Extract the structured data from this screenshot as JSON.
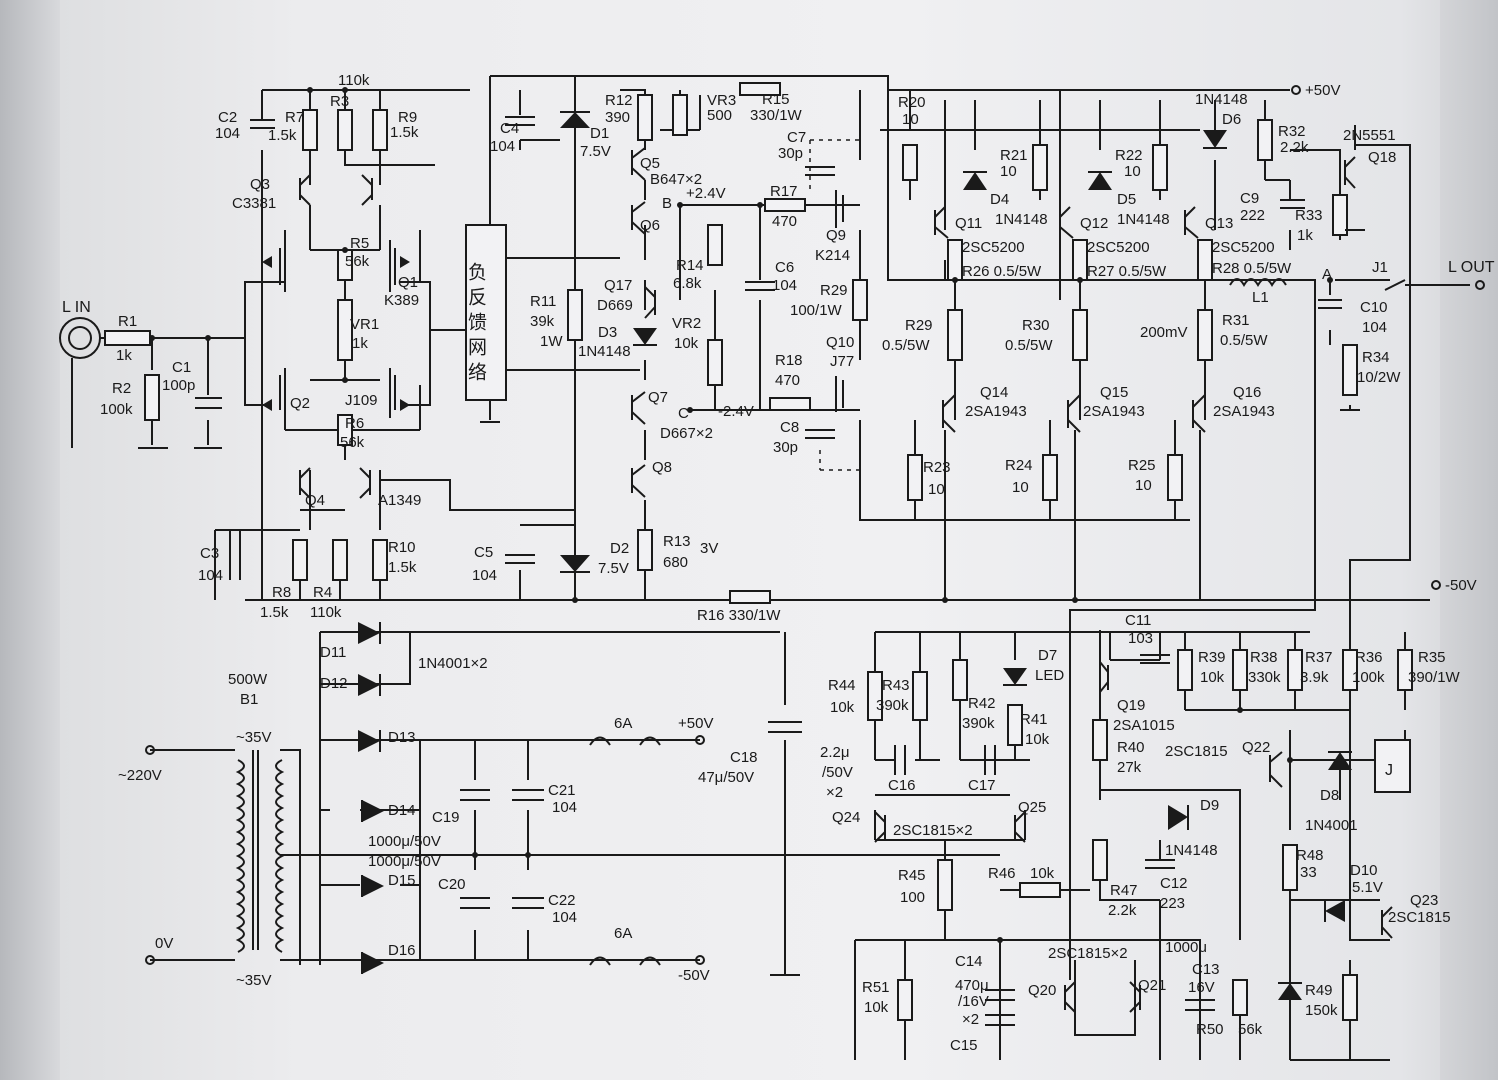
{
  "labels": {
    "r7": "R7",
    "r7v": "1.5k",
    "r3": "R3",
    "r3v": "110k",
    "r9": "R9",
    "r9v": "1.5k",
    "c2": "C2",
    "c2v": "104",
    "q3": "Q3",
    "q3v": "C3381",
    "r5": "R5",
    "r5v": "56k",
    "q1": "Q1",
    "q1v": "K389",
    "vr1": "VR1",
    "vr1v": "1k",
    "q2": "Q2",
    "j109": "J109",
    "r6": "R6",
    "r6v": "56k",
    "q4": "Q4",
    "a1349": "A1349",
    "c3": "C3",
    "c3v": "104",
    "r8": "R8",
    "r8v": "1.5k",
    "r4": "R4",
    "r4v": "110k",
    "r10": "R10",
    "r10v": "1.5k",
    "lin": "L IN",
    "r1": "R1",
    "r1v": "1k",
    "r2": "R2",
    "r2v": "100k",
    "c1": "C1",
    "c1v": "100p",
    "fb": "负反馈网络",
    "c4": "C4",
    "c4v": "104",
    "d1": "D1",
    "d1v": "7.5V",
    "r12": "R12",
    "r12v": "390",
    "vr3": "VR3",
    "vr3v": "500",
    "r15": "R15",
    "r15v": "330/1W",
    "q5": "Q5",
    "b647": "B647×2",
    "q6": "Q6",
    "nodeB": "B",
    "vb": "+2.4V",
    "r17": "R17",
    "r17v": "470",
    "c7": "C7",
    "c7v": "30p",
    "q9": "Q9",
    "k214": "K214",
    "r14": "R14",
    "r14v": "6.8k",
    "q17": "Q17",
    "d669": "D669",
    "c6": "C6",
    "c6v": "104",
    "r11": "R11",
    "r11v": "39k",
    "r11w": "1W",
    "d3": "D3",
    "d3v": "1N4148",
    "vr2": "VR2",
    "vr2v": "10k",
    "r29a": "R29",
    "r29av": "100/1W",
    "q10": "Q10",
    "j77": "J77",
    "r18": "R18",
    "r18v": "470",
    "q7": "Q7",
    "nodeC": "C",
    "vc": "-2.4V",
    "d667": "D667×2",
    "c8": "C8",
    "c8v": "30p",
    "q8": "Q8",
    "c5": "C5",
    "c5v": "104",
    "d2": "D2",
    "d2v": "7.5V",
    "r13": "R13",
    "r13v": "680",
    "v3v": "3V",
    "r16": "R16 330/1W",
    "vplus50": "+50V",
    "vminus50": "-50V",
    "r20": "R20",
    "r20v": "10",
    "r21": "R21",
    "r21v": "10",
    "r22": "R22",
    "r22v": "10",
    "d4": "D4",
    "d4v": "1N4148",
    "d5": "D5",
    "d5v": "1N4148",
    "d6": "D6",
    "d6v": "1N4148",
    "q11": "Q11",
    "q12": "Q12",
    "q13": "Q13",
    "sc5200a": "2SC5200",
    "sc5200b": "2SC5200",
    "sc5200c": "2SC5200",
    "r26": "R26 0.5/5W",
    "r27": "R27 0.5/5W",
    "r28": "R28 0.5/5W",
    "r32": "R32",
    "r32v": "2.2k",
    "n5551": "2N5551",
    "q18": "Q18",
    "c9": "C9",
    "c9v": "222",
    "r33": "R33",
    "r33v": "1k",
    "nodeA": "A",
    "j1": "J1",
    "lout": "L OUT",
    "l1": "L1",
    "c10": "C10",
    "c10v": "104",
    "r34": "R34",
    "r34v": "10/2W",
    "r29": "R29",
    "r29v": "0.5/5W",
    "r30": "R30",
    "r30v": "0.5/5W",
    "r31": "R31",
    "r31v": "0.5/5W",
    "mv200": "200mV",
    "q14": "Q14",
    "q15": "Q15",
    "q16": "Q16",
    "sa1943a": "2SA1943",
    "sa1943b": "2SA1943",
    "sa1943c": "2SA1943",
    "r23": "R23",
    "r23v": "10",
    "r24": "R24",
    "r24v": "10",
    "r25": "R25",
    "r25v": "10",
    "d11": "D11",
    "d12": "D12",
    "n4001x2": "1N4001×2",
    "w500": "500W",
    "b1": "B1",
    "v35a": "~35V",
    "v220": "~220V",
    "v0": "0V",
    "v35b": "~35V",
    "d13": "D13",
    "d14": "D14",
    "d15": "D15",
    "d16": "D16",
    "c19": "C19",
    "c19v": "1000μ/50V",
    "c20": "C20",
    "c20v": "1000μ/50V",
    "c21": "C21",
    "c21v": "104",
    "c22": "C22",
    "c22v": "104",
    "fuse1": "6A",
    "fuse2": "6A",
    "out50p": "+50V",
    "out50m": "-50V",
    "c18": "C18",
    "c18v": "47μ/50V",
    "r44": "R44",
    "r44v": "10k",
    "r43": "R43",
    "r43v": "390k",
    "r42": "R42",
    "r42v": "390k",
    "d7": "D7",
    "d7v": "LED",
    "r41": "R41",
    "r41v": "10k",
    "c16v": "2.2μ",
    "c16v2": "/50V",
    "c16v3": "×2",
    "c16": "C16",
    "c17": "C17",
    "q24": "Q24",
    "q25": "Q25",
    "sc1815x2a": "2SC1815×2",
    "r45": "R45",
    "r45v": "100",
    "r46": "R46",
    "r46v": "10k",
    "c14": "C14",
    "c14v": "470μ",
    "c14v2": "/16V",
    "c14v3": "×2",
    "c15": "C15",
    "r51": "R51",
    "r51v": "10k",
    "sc1815x2b": "2SC1815×2",
    "q20": "Q20",
    "q21": "Q21",
    "c13v0": "1000μ",
    "c13": "C13",
    "c13v": "16V",
    "r50": "R50",
    "r50v": "56k",
    "c11": "C11",
    "c11v": "103",
    "q19": "Q19",
    "sa1015": "2SA1015",
    "r40": "R40",
    "r40v": "27k",
    "r39": "R39",
    "r39v": "10k",
    "r38": "R38",
    "r38v": "330k",
    "r37": "R37",
    "r37v": "3.9k",
    "r36": "R36",
    "r36v": "100k",
    "r35": "R35",
    "r35v": "390/1W",
    "sc1815": "2SC1815",
    "q22": "Q22",
    "d8": "D8",
    "d8v": "1N4001",
    "relay": "J",
    "d9": "D9",
    "d9v": "1N4148",
    "r47": "R47",
    "r47v": "2.2k",
    "c12": "C12",
    "c12v": "223",
    "r48": "R48",
    "r48v": "33",
    "d10": "D10",
    "d10v": "5.1V",
    "q23": "Q23",
    "q23v": "2SC1815",
    "r49": "R49",
    "r49v": "150k"
  }
}
